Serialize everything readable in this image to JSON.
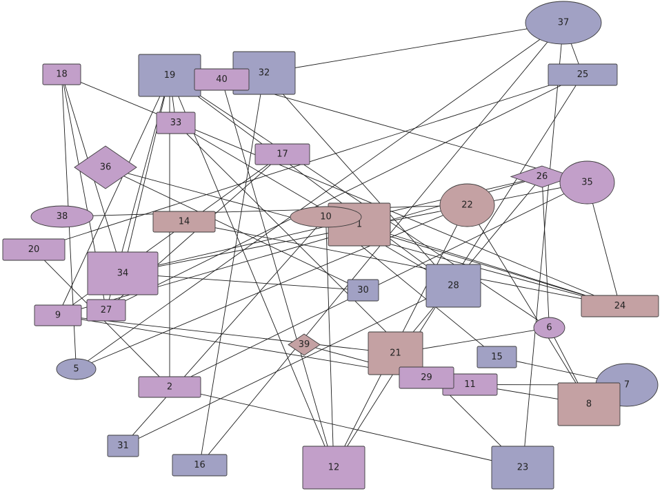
{
  "colors": {
    "blue": "#a1a1c4",
    "pink": "#c29fc9",
    "tan": "#c4a1a3"
  },
  "nodes": [
    {
      "id": "1",
      "label": "1",
      "shape": "rect",
      "color": "tan"
    },
    {
      "id": "2",
      "label": "2",
      "shape": "rect",
      "color": "pink"
    },
    {
      "id": "5",
      "label": "5",
      "shape": "ellipse",
      "color": "blue"
    },
    {
      "id": "6",
      "label": "6",
      "shape": "ellipse",
      "color": "pink"
    },
    {
      "id": "7",
      "label": "7",
      "shape": "ellipse",
      "color": "blue"
    },
    {
      "id": "8",
      "label": "8",
      "shape": "rect",
      "color": "tan"
    },
    {
      "id": "9",
      "label": "9",
      "shape": "rect",
      "color": "pink"
    },
    {
      "id": "10",
      "label": "10",
      "shape": "ellipse",
      "color": "tan"
    },
    {
      "id": "11",
      "label": "11",
      "shape": "rect",
      "color": "pink"
    },
    {
      "id": "12",
      "label": "12",
      "shape": "rect",
      "color": "pink"
    },
    {
      "id": "14",
      "label": "14",
      "shape": "rect",
      "color": "tan"
    },
    {
      "id": "15",
      "label": "15",
      "shape": "rect",
      "color": "blue"
    },
    {
      "id": "16",
      "label": "16",
      "shape": "rect",
      "color": "blue"
    },
    {
      "id": "17",
      "label": "17",
      "shape": "rect",
      "color": "pink"
    },
    {
      "id": "18",
      "label": "18",
      "shape": "rect",
      "color": "pink"
    },
    {
      "id": "19",
      "label": "19",
      "shape": "rect",
      "color": "blue"
    },
    {
      "id": "20",
      "label": "20",
      "shape": "rect",
      "color": "pink"
    },
    {
      "id": "21",
      "label": "21",
      "shape": "rect",
      "color": "tan"
    },
    {
      "id": "22",
      "label": "22",
      "shape": "ellipse",
      "color": "tan"
    },
    {
      "id": "23",
      "label": "23",
      "shape": "rect",
      "color": "blue"
    },
    {
      "id": "24",
      "label": "24",
      "shape": "rect",
      "color": "tan"
    },
    {
      "id": "25",
      "label": "25",
      "shape": "rect",
      "color": "blue"
    },
    {
      "id": "26",
      "label": "26",
      "shape": "diamond",
      "color": "pink"
    },
    {
      "id": "27",
      "label": "27",
      "shape": "rect",
      "color": "pink"
    },
    {
      "id": "28",
      "label": "28",
      "shape": "rect",
      "color": "blue"
    },
    {
      "id": "29",
      "label": "29",
      "shape": "rect",
      "color": "pink"
    },
    {
      "id": "30",
      "label": "30",
      "shape": "rect",
      "color": "blue"
    },
    {
      "id": "31",
      "label": "31",
      "shape": "rect",
      "color": "blue"
    },
    {
      "id": "32",
      "label": "32",
      "shape": "rect",
      "color": "blue"
    },
    {
      "id": "33",
      "label": "33",
      "shape": "rect",
      "color": "pink"
    },
    {
      "id": "34",
      "label": "34",
      "shape": "rect",
      "color": "pink"
    },
    {
      "id": "35",
      "label": "35",
      "shape": "ellipse",
      "color": "pink"
    },
    {
      "id": "36",
      "label": "36",
      "shape": "diamond",
      "color": "pink"
    },
    {
      "id": "37",
      "label": "37",
      "shape": "ellipse",
      "color": "blue"
    },
    {
      "id": "38",
      "label": "38",
      "shape": "ellipse",
      "color": "pink"
    },
    {
      "id": "39",
      "label": "39",
      "shape": "diamond",
      "color": "tan"
    },
    {
      "id": "40",
      "label": "40",
      "shape": "rect",
      "color": "pink"
    }
  ],
  "edges": [
    [
      "18",
      "34"
    ],
    [
      "18",
      "27"
    ],
    [
      "18",
      "5"
    ],
    [
      "18",
      "24"
    ],
    [
      "19",
      "34"
    ],
    [
      "19",
      "27"
    ],
    [
      "19",
      "9"
    ],
    [
      "19",
      "2"
    ],
    [
      "19",
      "33"
    ],
    [
      "19",
      "12"
    ],
    [
      "19",
      "28"
    ],
    [
      "19",
      "6"
    ],
    [
      "32",
      "37"
    ],
    [
      "32",
      "16"
    ],
    [
      "32",
      "28"
    ],
    [
      "40",
      "35"
    ],
    [
      "40",
      "12"
    ],
    [
      "33",
      "28"
    ],
    [
      "33",
      "23"
    ],
    [
      "36",
      "30"
    ],
    [
      "36",
      "24"
    ],
    [
      "17",
      "9"
    ],
    [
      "17",
      "27"
    ],
    [
      "38",
      "22"
    ],
    [
      "20",
      "2"
    ],
    [
      "20",
      "25"
    ],
    [
      "14",
      "24"
    ],
    [
      "34",
      "30"
    ],
    [
      "34",
      "35"
    ],
    [
      "34",
      "26"
    ],
    [
      "9",
      "26"
    ],
    [
      "9",
      "8"
    ],
    [
      "9",
      "21"
    ],
    [
      "5",
      "37"
    ],
    [
      "5",
      "22"
    ],
    [
      "2",
      "23"
    ],
    [
      "2",
      "35"
    ],
    [
      "31",
      "28"
    ],
    [
      "31",
      "10"
    ],
    [
      "16",
      "37"
    ],
    [
      "10",
      "12"
    ],
    [
      "10",
      "24"
    ],
    [
      "10",
      "15"
    ],
    [
      "1",
      "24"
    ],
    [
      "22",
      "12"
    ],
    [
      "22",
      "8"
    ],
    [
      "26",
      "6"
    ],
    [
      "26",
      "21"
    ],
    [
      "35",
      "24"
    ],
    [
      "37",
      "25"
    ],
    [
      "37",
      "23"
    ],
    [
      "25",
      "27"
    ],
    [
      "21",
      "6"
    ],
    [
      "11",
      "7"
    ],
    [
      "15",
      "7"
    ],
    [
      "6",
      "8"
    ],
    [
      "39",
      "29"
    ],
    [
      "12",
      "25"
    ]
  ]
}
